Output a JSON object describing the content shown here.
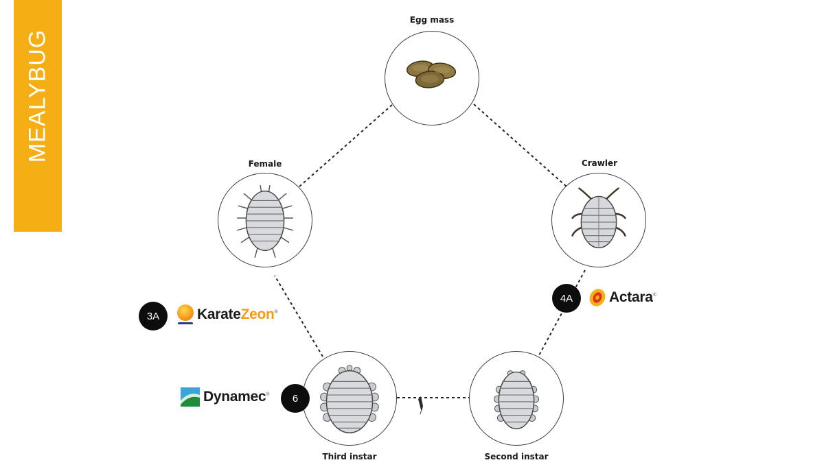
{
  "side_tab": {
    "label": "MEALYBUG",
    "color": "#f6ae15"
  },
  "stages": {
    "egg_mass": "Egg mass",
    "crawler": "Crawler",
    "second_instar": "Second instar",
    "third_instar": "Third instar",
    "female": "Female"
  },
  "treatments": [
    {
      "badge": "3A",
      "brand": "Karate",
      "brand_suffix": "Zeon",
      "mark": "®"
    },
    {
      "badge": "4A",
      "brand": "Actara",
      "mark": "®"
    },
    {
      "badge": "6",
      "brand": "Dynamec",
      "mark": "®"
    }
  ]
}
